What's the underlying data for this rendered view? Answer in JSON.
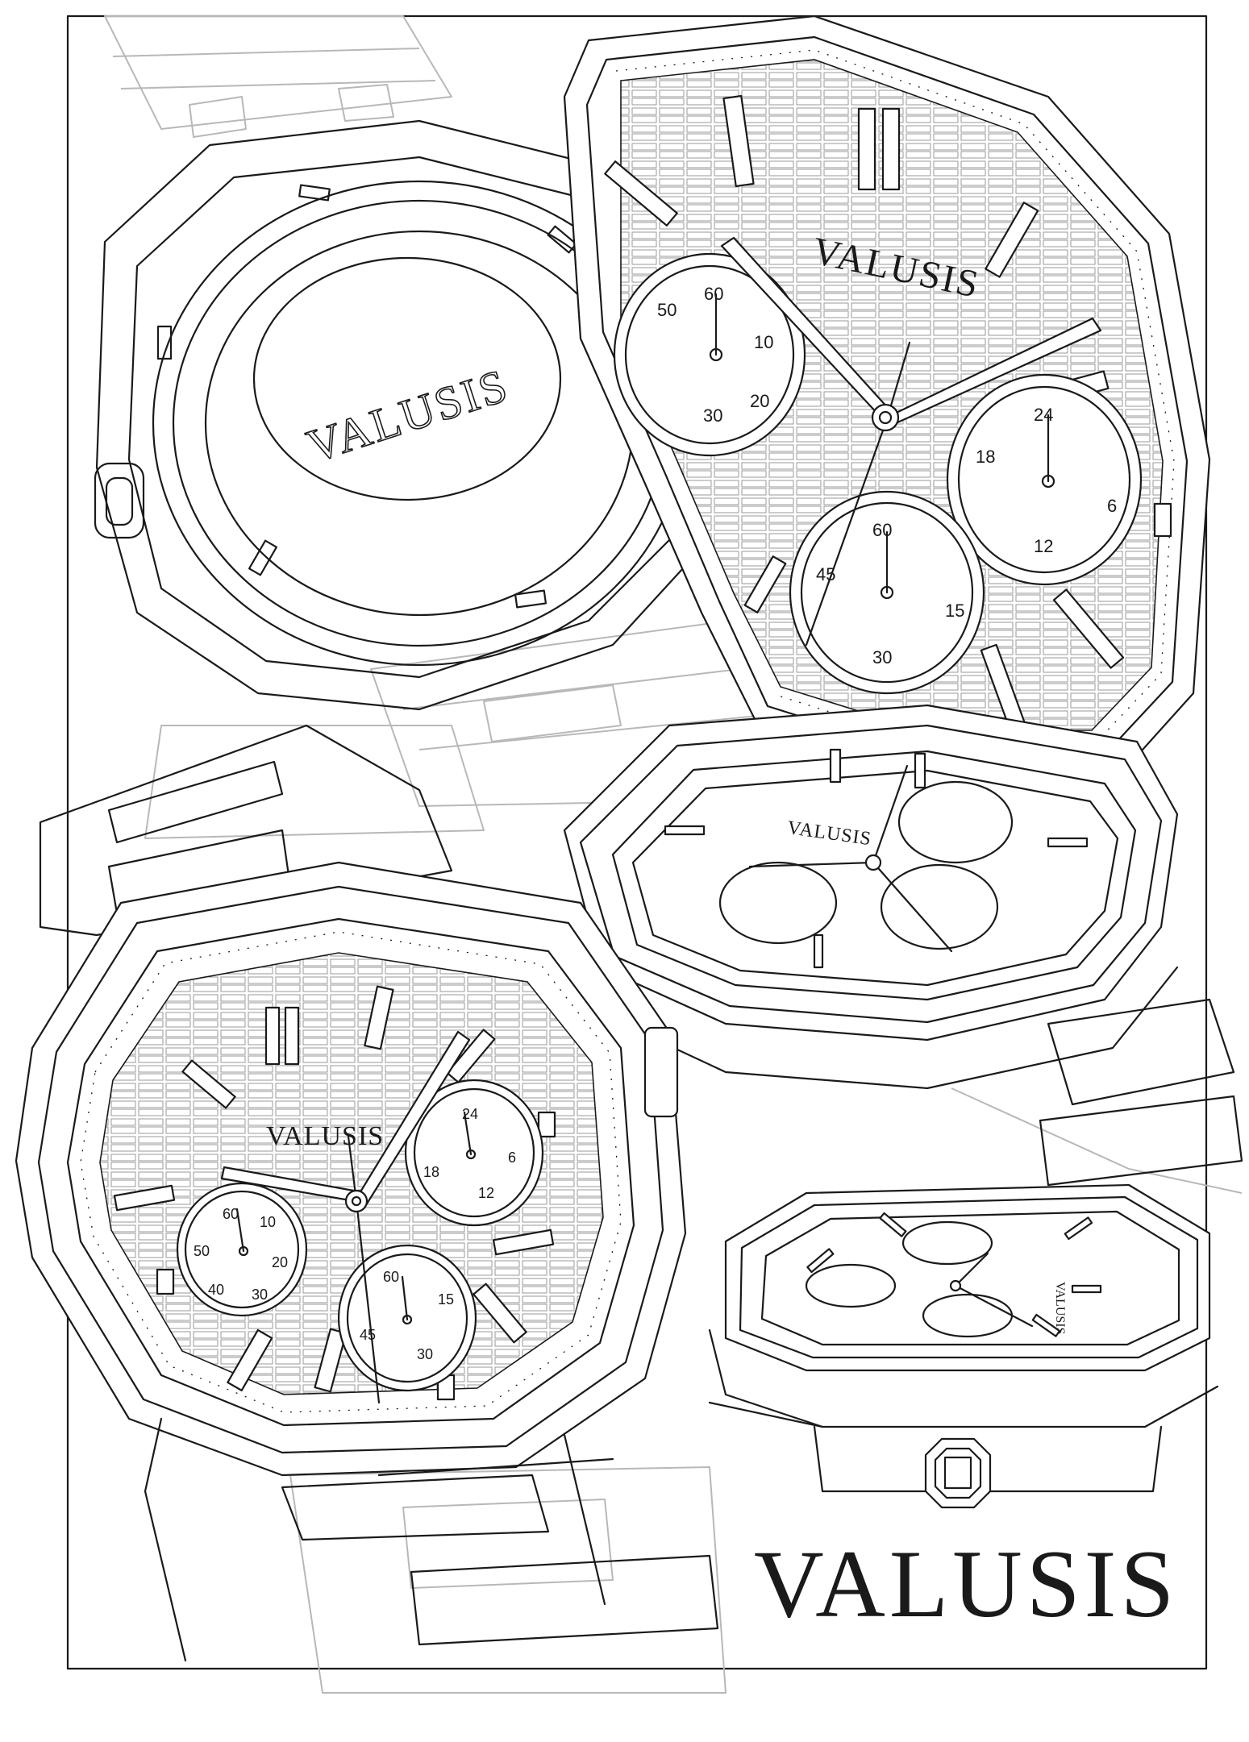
{
  "brand_name": "VALUSIS",
  "caseback_engraving": "VALUSIS",
  "dial_logo": "VALUSIS",
  "subdials": {
    "seconds": [
      "60",
      "10",
      "20",
      "30",
      "40",
      "50"
    ],
    "hours24": [
      "24",
      "6",
      "12",
      "18"
    ],
    "minutes": [
      "60",
      "15",
      "30",
      "45"
    ]
  },
  "colors": {
    "ink": "#1a1a1a",
    "faint": "#b8b8b8",
    "paper": "#ffffff"
  },
  "icons": [
    "watch-illustration",
    "crown-icon"
  ]
}
